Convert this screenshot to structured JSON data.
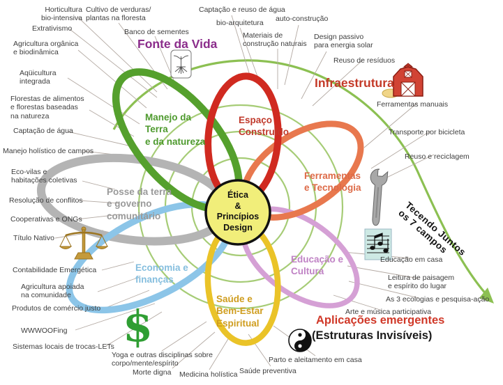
{
  "center": {
    "text": "Ética\n&\nPrincípios\nDesign"
  },
  "titles": {
    "fonte_da_vida": "Fonte da Vida",
    "infraestrutura": "Infraestrutura",
    "aplicacoes_emergentes": "Aplicações emergentes",
    "estruturas_invisiveis": "(Estruturas Invisíveis)",
    "tecendo_juntos": "Tecendo Juntos\nos 7 campos"
  },
  "petals": [
    {
      "id": "manejo-da-terra",
      "label": "Manejo da\nTerra\ne da natureza",
      "stroke": "#55a02d",
      "label_color": "#4e9a2e"
    },
    {
      "id": "espaco-construido",
      "label": "Espaço\nConstruído",
      "stroke": "#d02a20",
      "label_color": "#c0392b"
    },
    {
      "id": "ferramentas-tecnologia",
      "label": "Ferramentas\ne Tecnologia",
      "stroke": "#e8784e",
      "label_color": "#dd6a47"
    },
    {
      "id": "educacao-cultura",
      "label": "Educação e\nCultura",
      "stroke": "#d5a0d5",
      "label_color": "#c083c5"
    },
    {
      "id": "saude-bem-estar",
      "label": "Saúde e\nBem-Estar\nEspiritual",
      "stroke": "#eac328",
      "label_color": "#cf9d1e"
    },
    {
      "id": "economia-financas",
      "label": "Economia e\nfinanças",
      "stroke": "#8cc5e8",
      "label_color": "#85bede"
    },
    {
      "id": "posse-da-terra",
      "label": "Posse da terra\ne governo\ncomunitário",
      "stroke": "#b4b4b4",
      "label_color": "#9a9a9a"
    }
  ],
  "annotations": {
    "horticultura": "Horticultura\nbio-intensiva",
    "cultivo_verduras": "Cultivo de verduras/\nplantas na floresta",
    "extrativismo": "Extrativismo",
    "banco_sementes": "Banco de sementes",
    "agricultura_organica": "Agricultura orgânica\ne biodinâmica",
    "aquicultura": "Aqüicultura\nintegrada",
    "florestas": "Florestas de alimentos\ne florestas baseadas\nna natureza",
    "captacao_agua": "Captação de água",
    "manejo_holistico": "Manejo holístico de campos",
    "eco_vilas": "Eco-vilas e\nhabitações coletivas",
    "resolucao_conflitos": "Resolução de conflitos",
    "cooperativas": "Cooperativas e ONGs",
    "titulo_nativo": "Título Nativo",
    "contabilidade": "Contabilidade Emergética",
    "agricultura_apoiada": "Agricultura apoiada\nna comunidade",
    "produtos_comercio": "Produtos de comércio justo",
    "wwwoofing": "WWWOOFing",
    "sistemas_trocas": "Sistemas locais de trocas-LETs",
    "yoga": "Yoga e outras disciplinas sobre\ncorpo/mente/espírito",
    "morte_digna": "Morte digna",
    "medicina_holistica": "Medicina holística",
    "saude_preventiva": "Saúde preventiva",
    "parto": "Parto e aleitamento em casa",
    "arte_musica": "Arte e música participativa",
    "tres_ecologias": "As 3 ecologias e pesquisa-ação",
    "leitura_paisagem": "Leitura de paisagem\ne espírito do lugar",
    "educacao_casa": "Educação em casa",
    "reuso_reciclagem": "Reuso e reciclagem",
    "transporte_bicicleta": "Transporte por bicicleta",
    "ferramentas_manuais": "Ferramentas manuais",
    "reuso_residuos": "Reuso de resíduos",
    "design_passivo": "Design passivo\npara energia solar",
    "auto_construcao": "auto-construção",
    "materiais_construcao": "Materiais de\nconstrução naturais",
    "bio_arquitetura": "bio-arquitetura",
    "captacao_reuso": "Captação e reuso de água"
  },
  "icons": {
    "seedling": "seedling-sprout-icon",
    "barn": "red-barn-icon",
    "wrench": "wrench-icon",
    "music": "music-notes-icon",
    "scales": "balance-scales-icon",
    "yinyang": "yin-yang-icon",
    "dollar_glyph": "$"
  },
  "colors": {
    "fonte_da_vida": "#8b2d8b",
    "infraestrutura": "#c43a28",
    "aplicacoes_emergentes": "#d03828",
    "estruturas_invisiveis": "#1a1a1a",
    "tecendo_juntos": "#111111",
    "spiral": "#a6cc76",
    "swoosh": "#8cc052",
    "center_fill": "#f1ee7a",
    "center_border": "#111111",
    "dollar": "#2f9e33"
  }
}
